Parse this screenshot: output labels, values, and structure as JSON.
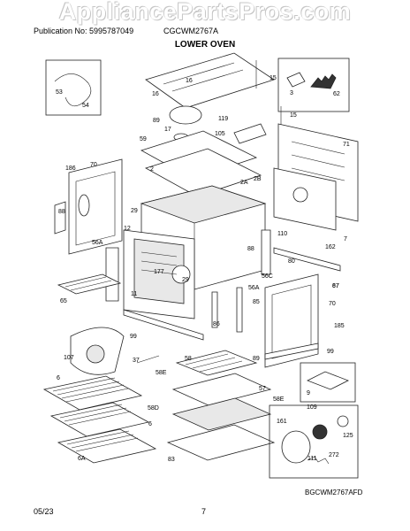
{
  "watermark": "AppliancePartsPros.com",
  "header": {
    "publication": "Publication No: 5995787049",
    "model": "CGCWM2767A",
    "section": "LOWER OVEN"
  },
  "callouts": [
    "53",
    "54",
    "16",
    "16",
    "15",
    "3",
    "62",
    "89",
    "17",
    "119",
    "15",
    "105",
    "59",
    "2",
    "2A",
    "2B",
    "186",
    "70",
    "71",
    "88",
    "29",
    "12",
    "56A",
    "7",
    "110",
    "177",
    "29",
    "56C",
    "88",
    "162",
    "80",
    "67",
    "11",
    "56A",
    "85",
    "87",
    "70",
    "65",
    "99",
    "86",
    "185",
    "99",
    "107",
    "37",
    "58",
    "89",
    "6",
    "58E",
    "57",
    "58D",
    "58E",
    "9",
    "109",
    "161",
    "111",
    "6",
    "83",
    "272",
    "125",
    "6A"
  ],
  "diagram_code": "BGCWM2767AFD",
  "footer": {
    "date": "05/23",
    "page": "7"
  }
}
